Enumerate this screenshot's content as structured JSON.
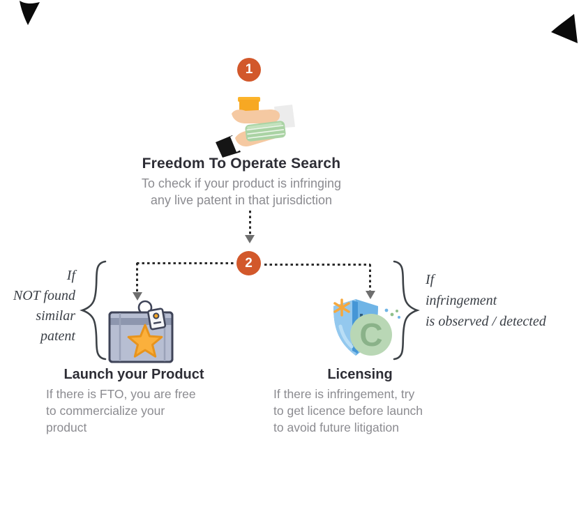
{
  "diagram": {
    "step1": {
      "number": "1",
      "icon": "hand-giving-money-icon",
      "title": "Freedom To Operate Search",
      "subtitle_lines": [
        "To check if your product is infringing",
        "any live patent in that jurisdiction"
      ]
    },
    "step2": {
      "number": "2"
    },
    "left_branch": {
      "condition_lines": [
        "If",
        "NOT found",
        "similar",
        "patent"
      ],
      "icon": "product-box-star-tag-icon",
      "title": "Launch your Product",
      "desc_lines": [
        "If there is FTO, you are free",
        "to commercialize your",
        "product"
      ]
    },
    "right_branch": {
      "condition_lines": [
        "If",
        "infringement",
        "is observed / detected"
      ],
      "icon": "copyright-shield-icon",
      "copyright_letter": "C",
      "title": "Licensing",
      "desc_lines": [
        "If there is infringement, try",
        "to get licence before launch",
        "to avoid future litigation"
      ]
    }
  },
  "colors": {
    "accent_orange": "#d2582b",
    "heading_text": "#2d2d35",
    "body_text": "#8b8b90",
    "handwriting_text": "#3a3f46",
    "dotted_line": "#2b2b2b",
    "arrowhead_gray": "#6e6e6e",
    "shield_blue": "#7fbde9",
    "copyright_green": "#b9d7b5",
    "money_green": "#aad3a4",
    "star_yellow": "#fbb03c",
    "box_gray_blue": "#b7bed2",
    "product_box_orange": "#f7a823"
  }
}
